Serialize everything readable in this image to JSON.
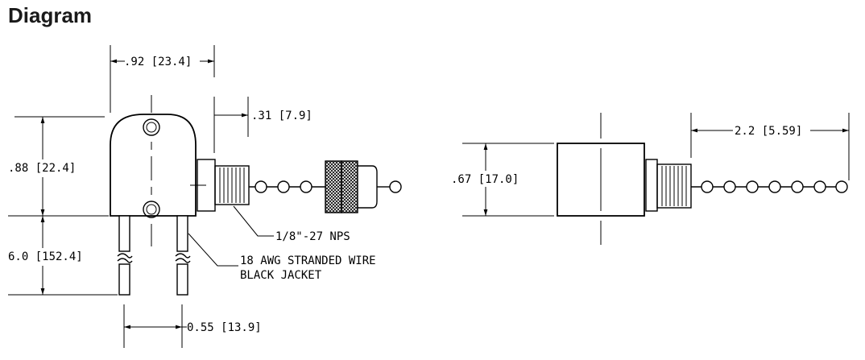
{
  "title": "Diagram",
  "dimensions": {
    "top_width": ".92 [23.4]",
    "nut_width": ".31 [7.9]",
    "body_height": ".88 [22.4]",
    "wire_length": "6.0 [152.4]",
    "lead_spacing": "0.55 [13.9]",
    "thread": "1/8\"-27 NPS",
    "wire_line1": "18 AWG STRANDED WIRE",
    "wire_line2": "BLACK JACKET",
    "side_height": ".67 [17.0]",
    "chain_length": "2.2 [5.59]"
  }
}
